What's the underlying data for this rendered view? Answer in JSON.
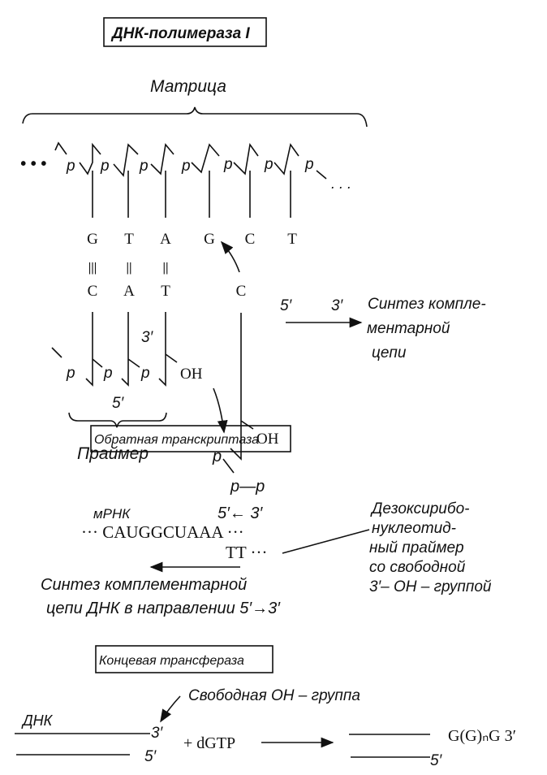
{
  "section1": {
    "title": "ДНК-полимераза I",
    "template_label": "Матрица",
    "template_strand": {
      "left_dots": "• • •",
      "right_dots": ". . .",
      "phosphate": "p"
    },
    "template_bases": [
      "G",
      "T",
      "A",
      "G",
      "C",
      "T"
    ],
    "primer_bases": [
      "C",
      "A",
      "T"
    ],
    "pair_bonds": [
      "|||",
      "||",
      "||"
    ],
    "incoming_base": "C",
    "primer_three_prime": "3′",
    "primer_five_prime": "5′",
    "primer_oh": "OH",
    "incoming_oh": "OH",
    "incoming_p": "p",
    "incoming_pp": "p—p",
    "primer_label": "Праймер",
    "direction_5": "5′",
    "direction_3": "3′",
    "synthesis_lines": [
      "Синтез комплe-",
      "ментарной",
      "цепи"
    ]
  },
  "section2": {
    "title": "Обратная транскриптаза",
    "mrna_label": "мРНК",
    "direction": "5′← 3′",
    "mrna_sequence": "··· CAUGGCUAAA ···",
    "primer_sequence": "TT ···",
    "primer_note_lines": [
      "Дезоксирибо-",
      "нуклеотид-",
      "ный праймер",
      "со свободной",
      "3′– OH – группой"
    ],
    "synthesis_lines": [
      "Синтез комплементарной",
      "цепи ДНК в направлении 5′→3′"
    ]
  },
  "section3": {
    "title": "Концевая трансфераза",
    "free_oh_label": "Свободная OH – группа",
    "dna_label": "ДНК",
    "three_prime": "3′",
    "five_prime": "5′",
    "reagent": "+ dGTP",
    "product_end": "G(G)ₙG 3′",
    "product_five_prime": "5′"
  }
}
